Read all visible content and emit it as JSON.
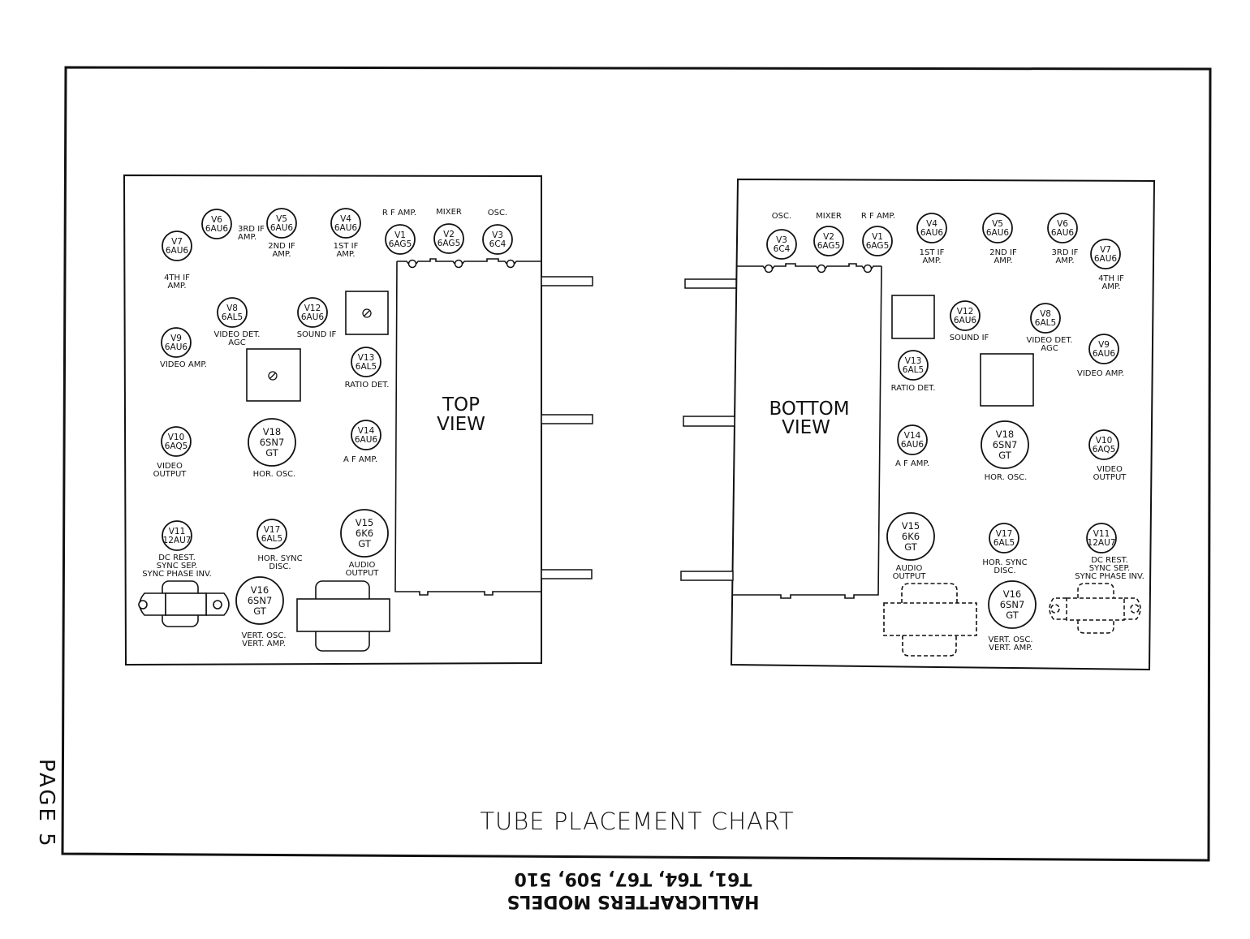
{
  "page": {
    "label": "PAGE 5",
    "title": "TUBE PLACEMENT CHART",
    "footer_line1": "T61, T64, T67, 509, 510",
    "footer_line2": "HALLICRAFTERS MODELS"
  },
  "colors": {
    "ink": "#111111",
    "paper": "#ffffff"
  },
  "views": [
    {
      "id": "top",
      "label_line1": "TOP",
      "label_line2": "VIEW",
      "tubes": [
        {
          "id": "V1",
          "type": "6AG5",
          "function": [
            "R F AMP."
          ],
          "label_pos": "above"
        },
        {
          "id": "V2",
          "type": "6AG5",
          "function": [
            "MIXER"
          ],
          "label_pos": "above"
        },
        {
          "id": "V3",
          "type": "6C4",
          "function": [
            "OSC."
          ],
          "label_pos": "above"
        },
        {
          "id": "V4",
          "type": "6AU6",
          "function": [
            "1ST IF",
            "AMP."
          ]
        },
        {
          "id": "V5",
          "type": "6AU6",
          "function": [
            "2ND IF",
            "AMP."
          ]
        },
        {
          "id": "V6",
          "type": "6AU6",
          "function": [
            "3RD IF",
            "AMP."
          ]
        },
        {
          "id": "V7",
          "type": "6AU6",
          "function": [
            "4TH IF",
            "AMP."
          ]
        },
        {
          "id": "V8",
          "type": "6AL5",
          "function": [
            "VIDEO DET.",
            "AGC"
          ]
        },
        {
          "id": "V9",
          "type": "6AU6",
          "function": [
            "VIDEO AMP."
          ]
        },
        {
          "id": "V10",
          "type": "6AQ5",
          "function": [
            "VIDEO",
            "OUTPUT"
          ]
        },
        {
          "id": "V11",
          "type": "12AU7",
          "function": [
            "DC REST.",
            "SYNC SEP.",
            "SYNC PHASE INV."
          ]
        },
        {
          "id": "V12",
          "type": "6AU6",
          "function": [
            "SOUND IF"
          ]
        },
        {
          "id": "V13",
          "type": "6AL5",
          "function": [
            "RATIO DET."
          ]
        },
        {
          "id": "V14",
          "type": "6AU6",
          "function": [
            "A F AMP."
          ]
        },
        {
          "id": "V15",
          "type": "6K6 GT",
          "function": [
            "AUDIO",
            "OUTPUT"
          ]
        },
        {
          "id": "V16",
          "type": "6SN7 GT",
          "function": [
            "VERT. OSC.",
            "VERT. AMP."
          ]
        },
        {
          "id": "V17",
          "type": "6AL5",
          "function": [
            "HOR. SYNC",
            "DISC."
          ]
        },
        {
          "id": "V18",
          "type": "6SN7 GT",
          "function": [
            "HOR. OSC."
          ]
        }
      ]
    },
    {
      "id": "bottom",
      "label_line1": "BOTTOM",
      "label_line2": "VIEW",
      "tubes": [
        {
          "id": "V3",
          "type": "6C4",
          "function": [
            "OSC."
          ],
          "label_pos": "above"
        },
        {
          "id": "V2",
          "type": "6AG5",
          "function": [
            "MIXER"
          ],
          "label_pos": "above"
        },
        {
          "id": "V1",
          "type": "6AG5",
          "function": [
            "R F AMP."
          ],
          "label_pos": "above"
        },
        {
          "id": "V4",
          "type": "6AU6",
          "function": [
            "1ST IF",
            "AMP."
          ]
        },
        {
          "id": "V5",
          "type": "6AU6",
          "function": [
            "2ND IF",
            "AMP."
          ]
        },
        {
          "id": "V6",
          "type": "6AU6",
          "function": [
            "3RD IF",
            "AMP."
          ]
        },
        {
          "id": "V7",
          "type": "6AU6",
          "function": [
            "4TH IF",
            "AMP."
          ]
        },
        {
          "id": "V12",
          "type": "6AU6",
          "function": [
            "SOUND IF"
          ]
        },
        {
          "id": "V8",
          "type": "6AL5",
          "function": [
            "VIDEO DET.",
            "AGC"
          ]
        },
        {
          "id": "V9",
          "type": "6AU6",
          "function": [
            "VIDEO AMP."
          ]
        },
        {
          "id": "V13",
          "type": "6AL5",
          "function": [
            "RATIO DET."
          ]
        },
        {
          "id": "V14",
          "type": "6AU6",
          "function": [
            "A F AMP."
          ]
        },
        {
          "id": "V18",
          "type": "6SN7 GT",
          "function": [
            "HOR. OSC."
          ]
        },
        {
          "id": "V10",
          "type": "6AQ5",
          "function": [
            "VIDEO",
            "OUTPUT"
          ]
        },
        {
          "id": "V15",
          "type": "6K6 GT",
          "function": [
            "AUDIO",
            "OUTPUT"
          ]
        },
        {
          "id": "V17",
          "type": "6AL5",
          "function": [
            "HOR. SYNC",
            "DISC."
          ]
        },
        {
          "id": "V11",
          "type": "12AU7",
          "function": [
            "DC REST.",
            "SYNC SEP.",
            "SYNC PHASE INV."
          ]
        },
        {
          "id": "V16",
          "type": "6SN7 GT",
          "function": [
            "VERT. OSC.",
            "VERT. AMP."
          ]
        }
      ]
    }
  ]
}
